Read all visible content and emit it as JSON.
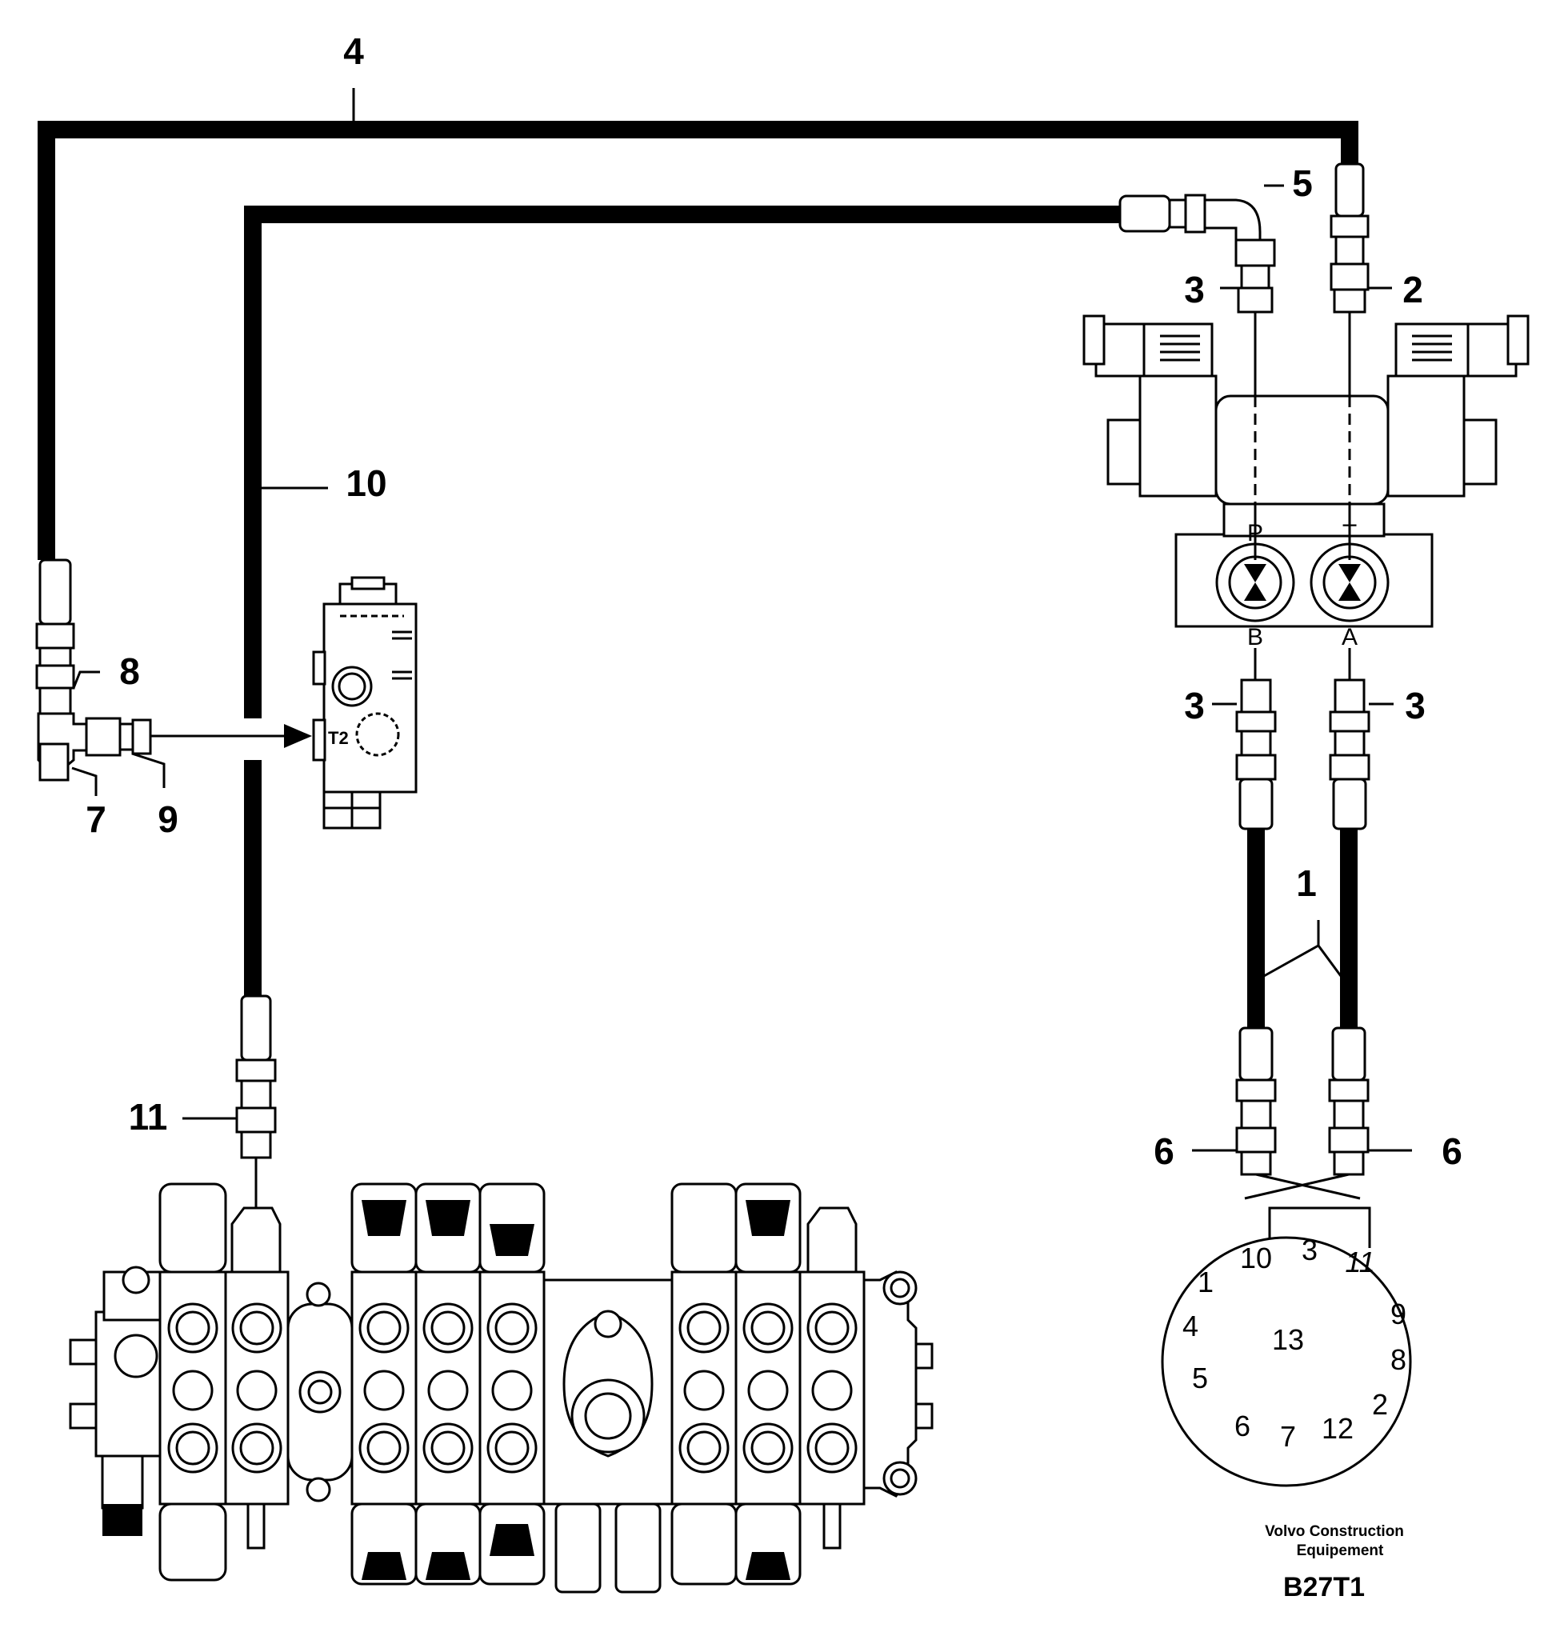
{
  "callouts": {
    "c1": "1",
    "c2": "2",
    "c3_top": "3",
    "c3_left": "3",
    "c3_right": "3",
    "c4": "4",
    "c5": "5",
    "c6_left": "6",
    "c6_right": "6",
    "c7": "7",
    "c8": "8",
    "c9": "9",
    "c10": "10",
    "c11": "11"
  },
  "valve_ports": {
    "p": "P",
    "t": "T",
    "b": "B",
    "a": "A",
    "t2": "T2"
  },
  "connector_pins": [
    "10",
    "3",
    "11",
    "1",
    "9",
    "4",
    "13",
    "8",
    "5",
    "2",
    "6",
    "7",
    "12"
  ],
  "brand": {
    "line1": "Volvo Construction",
    "line2": "Equipement"
  },
  "figure_ref": "B27T1"
}
